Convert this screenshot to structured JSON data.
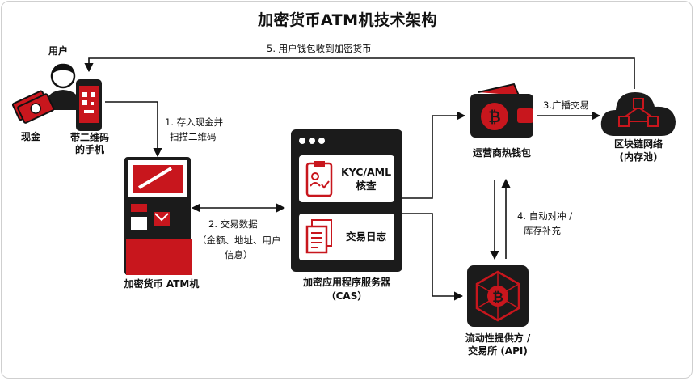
{
  "title": "加密货币ATM机技术架构",
  "nodes": {
    "user": "用户",
    "cash": "现金",
    "phone_line1": "带二维码",
    "phone_line2": "的手机",
    "atm": "加密货币 ATM机",
    "server_line1": "加密应用程序服务器",
    "server_line2": "（CAS）",
    "kyc_line1": "KYC/AML",
    "kyc_line2": "核查",
    "txlog": "交易日志",
    "hot_wallet": "运营商热钱包",
    "blockchain_line1": "区块链网络",
    "blockchain_line2": "(内存池)",
    "liquidity_line1": "流动性提供方 /",
    "liquidity_line2": "交易所 (API)"
  },
  "steps": {
    "s1_line1": "1. 存入现金并",
    "s1_line2": "扫描二维码",
    "s2_line1": "2. 交易数据",
    "s2_line2": "（金额、地址、用户",
    "s2_line3": "信息）",
    "s3": "3.广播交易",
    "s4_line1": "4. 自动对冲 /",
    "s4_line2": "库存补充",
    "s5": "5. 用户钱包收到加密货币"
  },
  "colors": {
    "accent": "#c8161d",
    "dark": "#1b1b1b"
  }
}
